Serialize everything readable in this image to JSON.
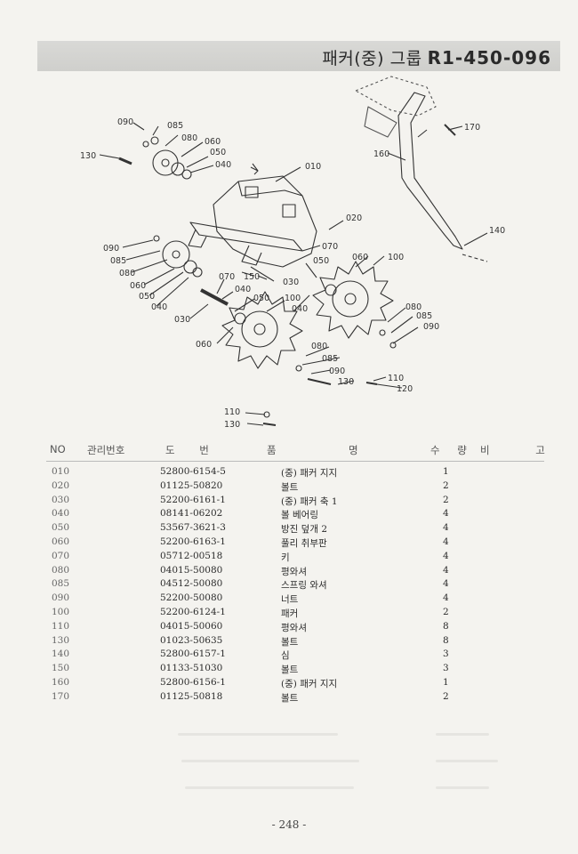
{
  "header": {
    "title": "패커(중) 그룹",
    "code": "R1-450-096"
  },
  "diagram": {
    "callouts": [
      "090",
      "085",
      "080",
      "060",
      "050",
      "040",
      "130",
      "010",
      "020",
      "070",
      "150",
      "030",
      "060",
      "100",
      "050",
      "040",
      "080",
      "085",
      "090",
      "110",
      "120",
      "130",
      "110",
      "130",
      "090",
      "085",
      "080",
      "060",
      "050",
      "040",
      "070",
      "040",
      "050",
      "100",
      "030",
      "060",
      "080",
      "085",
      "090",
      "170",
      "160",
      "140"
    ]
  },
  "table": {
    "headers": {
      "no": "NO",
      "mgmt": "관리번호",
      "part_number": "도 번",
      "name_1": "품",
      "name_2": "명",
      "qty": "수 량",
      "remarks": "비 고"
    },
    "rows": [
      {
        "no": "010",
        "part": "52800-6154-5",
        "name": "(중) 패커 지지",
        "qty": "1"
      },
      {
        "no": "020",
        "part": "01125-50820",
        "name": "볼트",
        "qty": "2"
      },
      {
        "no": "030",
        "part": "52200-6161-1",
        "name": "(중) 패커 축 1",
        "qty": "2"
      },
      {
        "no": "040",
        "part": "08141-06202",
        "name": "볼 베어링",
        "qty": "4"
      },
      {
        "no": "050",
        "part": "53567-3621-3",
        "name": "방진 덮개 2",
        "qty": "4"
      },
      {
        "no": "060",
        "part": "52200-6163-1",
        "name": "풀리 취부판",
        "qty": "4"
      },
      {
        "no": "070",
        "part": "05712-00518",
        "name": "키",
        "qty": "4"
      },
      {
        "no": "080",
        "part": "04015-50080",
        "name": "평와셔",
        "qty": "4"
      },
      {
        "no": "085",
        "part": "04512-50080",
        "name": "스프링 와셔",
        "qty": "4"
      },
      {
        "no": "090",
        "part": "52200-50080",
        "name": "너트",
        "qty": "4"
      },
      {
        "no": "100",
        "part": "52200-6124-1",
        "name": "패커",
        "qty": "2"
      },
      {
        "no": "110",
        "part": "04015-50060",
        "name": "평와셔",
        "qty": "8"
      },
      {
        "no": "130",
        "part": "01023-50635",
        "name": "볼트",
        "qty": "8"
      },
      {
        "no": "140",
        "part": "52800-6157-1",
        "name": "심",
        "qty": "3"
      },
      {
        "no": "150",
        "part": "01133-51030",
        "name": "볼트",
        "qty": "3"
      },
      {
        "no": "160",
        "part": "52800-6156-1",
        "name": "(중) 패커 지지",
        "qty": "1"
      },
      {
        "no": "170",
        "part": "01125-50818",
        "name": "볼트",
        "qty": "2"
      }
    ]
  },
  "footer": {
    "page": "- 248 -"
  },
  "colors": {
    "ink": "#2b2b2b",
    "paper": "#f4f3ef",
    "header_band": "#d4d4d1"
  }
}
